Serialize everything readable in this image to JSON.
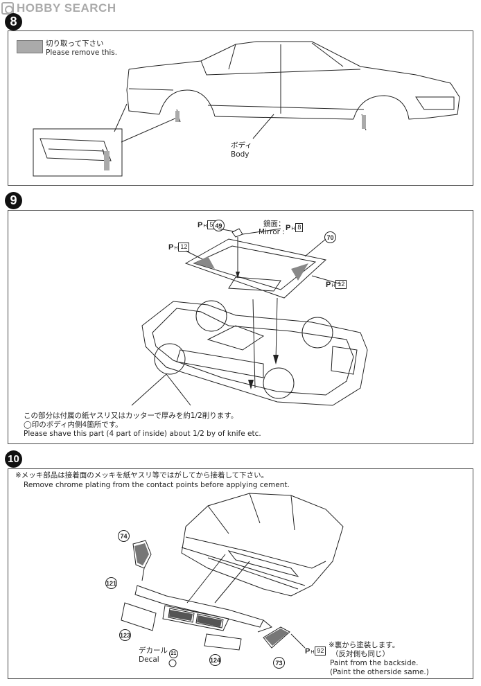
{
  "watermark": {
    "text": "HOBBY SEARCH"
  },
  "steps": [
    {
      "number": "8"
    },
    {
      "number": "9"
    },
    {
      "number": "10"
    }
  ],
  "step8": {
    "remove_jp": "切り取って下さい",
    "remove_en": "Please remove this.",
    "body_jp": "ボディ",
    "body_en": "Body"
  },
  "step9": {
    "mirror_jp": "鏡面：",
    "mirror_en": "Mirror :",
    "mirror_ref": "8",
    "ref_53": "53",
    "part_49": "49",
    "ref_12a": "12",
    "ref_12b": "12",
    "part_70": "70",
    "note_jp1": "この部分は付属の紙ヤスリ又はカッターで厚みを約1/2削ります。",
    "note_jp2": "◯印のボディ内側4箇所です。",
    "note_en": "Please shave this part (4 part of inside) about 1/2 by of knife etc."
  },
  "step10": {
    "note_jp": "※メッキ部品は接着面のメッキを紙ヤスリ等ではがしてから接着して下さい。",
    "note_en": "Remove chrome plating from the contact points before applying cement.",
    "part_74": "74",
    "part_121": "121",
    "part_123": "123",
    "part_124": "124",
    "part_73": "73",
    "decal_jp": "デカール",
    "decal_en": "Decal",
    "decal_num": "21",
    "ref_92": "92",
    "paint_jp1": "※裏から塗装します。",
    "paint_jp2": "（反対側も同じ）",
    "paint_en1": "Paint from the backside.",
    "paint_en2": "(Paint the otherside same.)"
  },
  "ref_prefix": {
    "p": "P",
    "h": "H"
  }
}
